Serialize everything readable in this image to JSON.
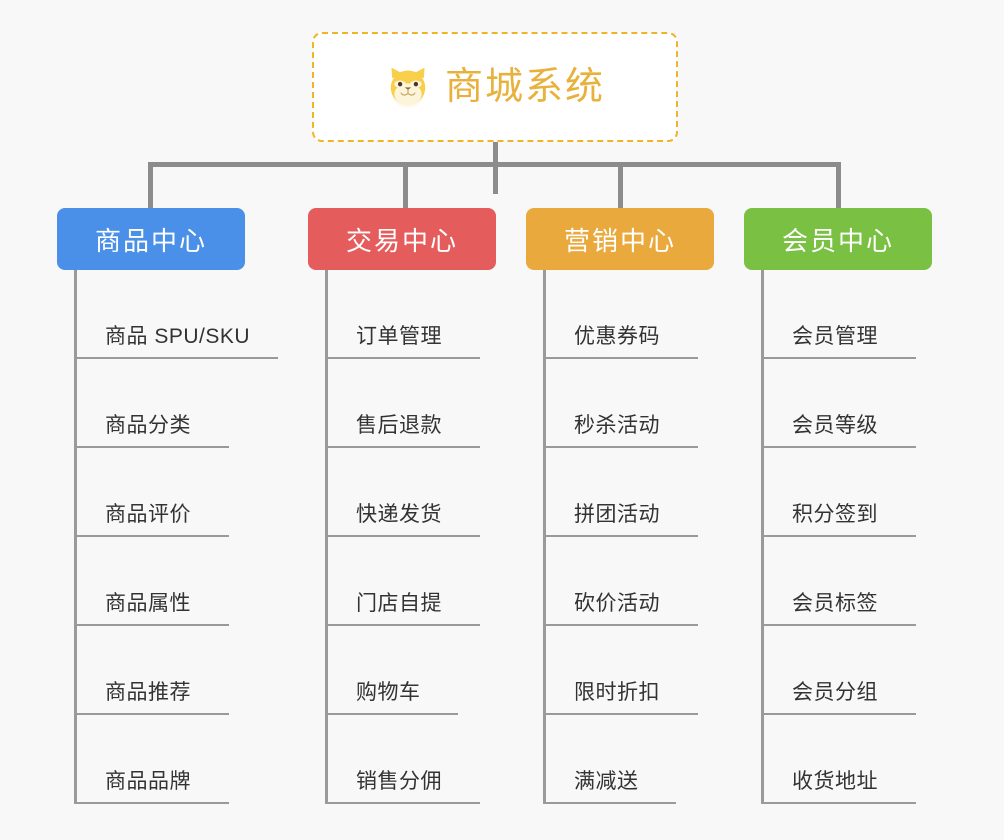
{
  "page": {
    "background_color": "#f8f8f8",
    "connector_color": "#8c8c8c",
    "leaf_line_color": "#9a9a9a"
  },
  "root": {
    "title": "商城系统",
    "icon": "shiba-dog-face-icon",
    "text_color": "#e8b13c",
    "border_color": "#f0b429",
    "background_color": "#ffffff"
  },
  "branches": [
    {
      "label": "商品中心",
      "color": "#4a90e8",
      "items": [
        "商品 SPU/SKU",
        "商品分类",
        "商品评价",
        "商品属性",
        "商品推荐",
        "商品品牌"
      ]
    },
    {
      "label": "交易中心",
      "color": "#e55c5c",
      "items": [
        "订单管理",
        "售后退款",
        "快递发货",
        "门店自提",
        "购物车",
        "销售分佣"
      ]
    },
    {
      "label": "营销中心",
      "color": "#eaa93c",
      "items": [
        "优惠券码",
        "秒杀活动",
        "拼团活动",
        "砍价活动",
        "限时折扣",
        "满减送"
      ]
    },
    {
      "label": "会员中心",
      "color": "#79c043",
      "items": [
        "会员管理",
        "会员等级",
        "积分签到",
        "会员标签",
        "会员分组",
        "收货地址"
      ]
    }
  ]
}
